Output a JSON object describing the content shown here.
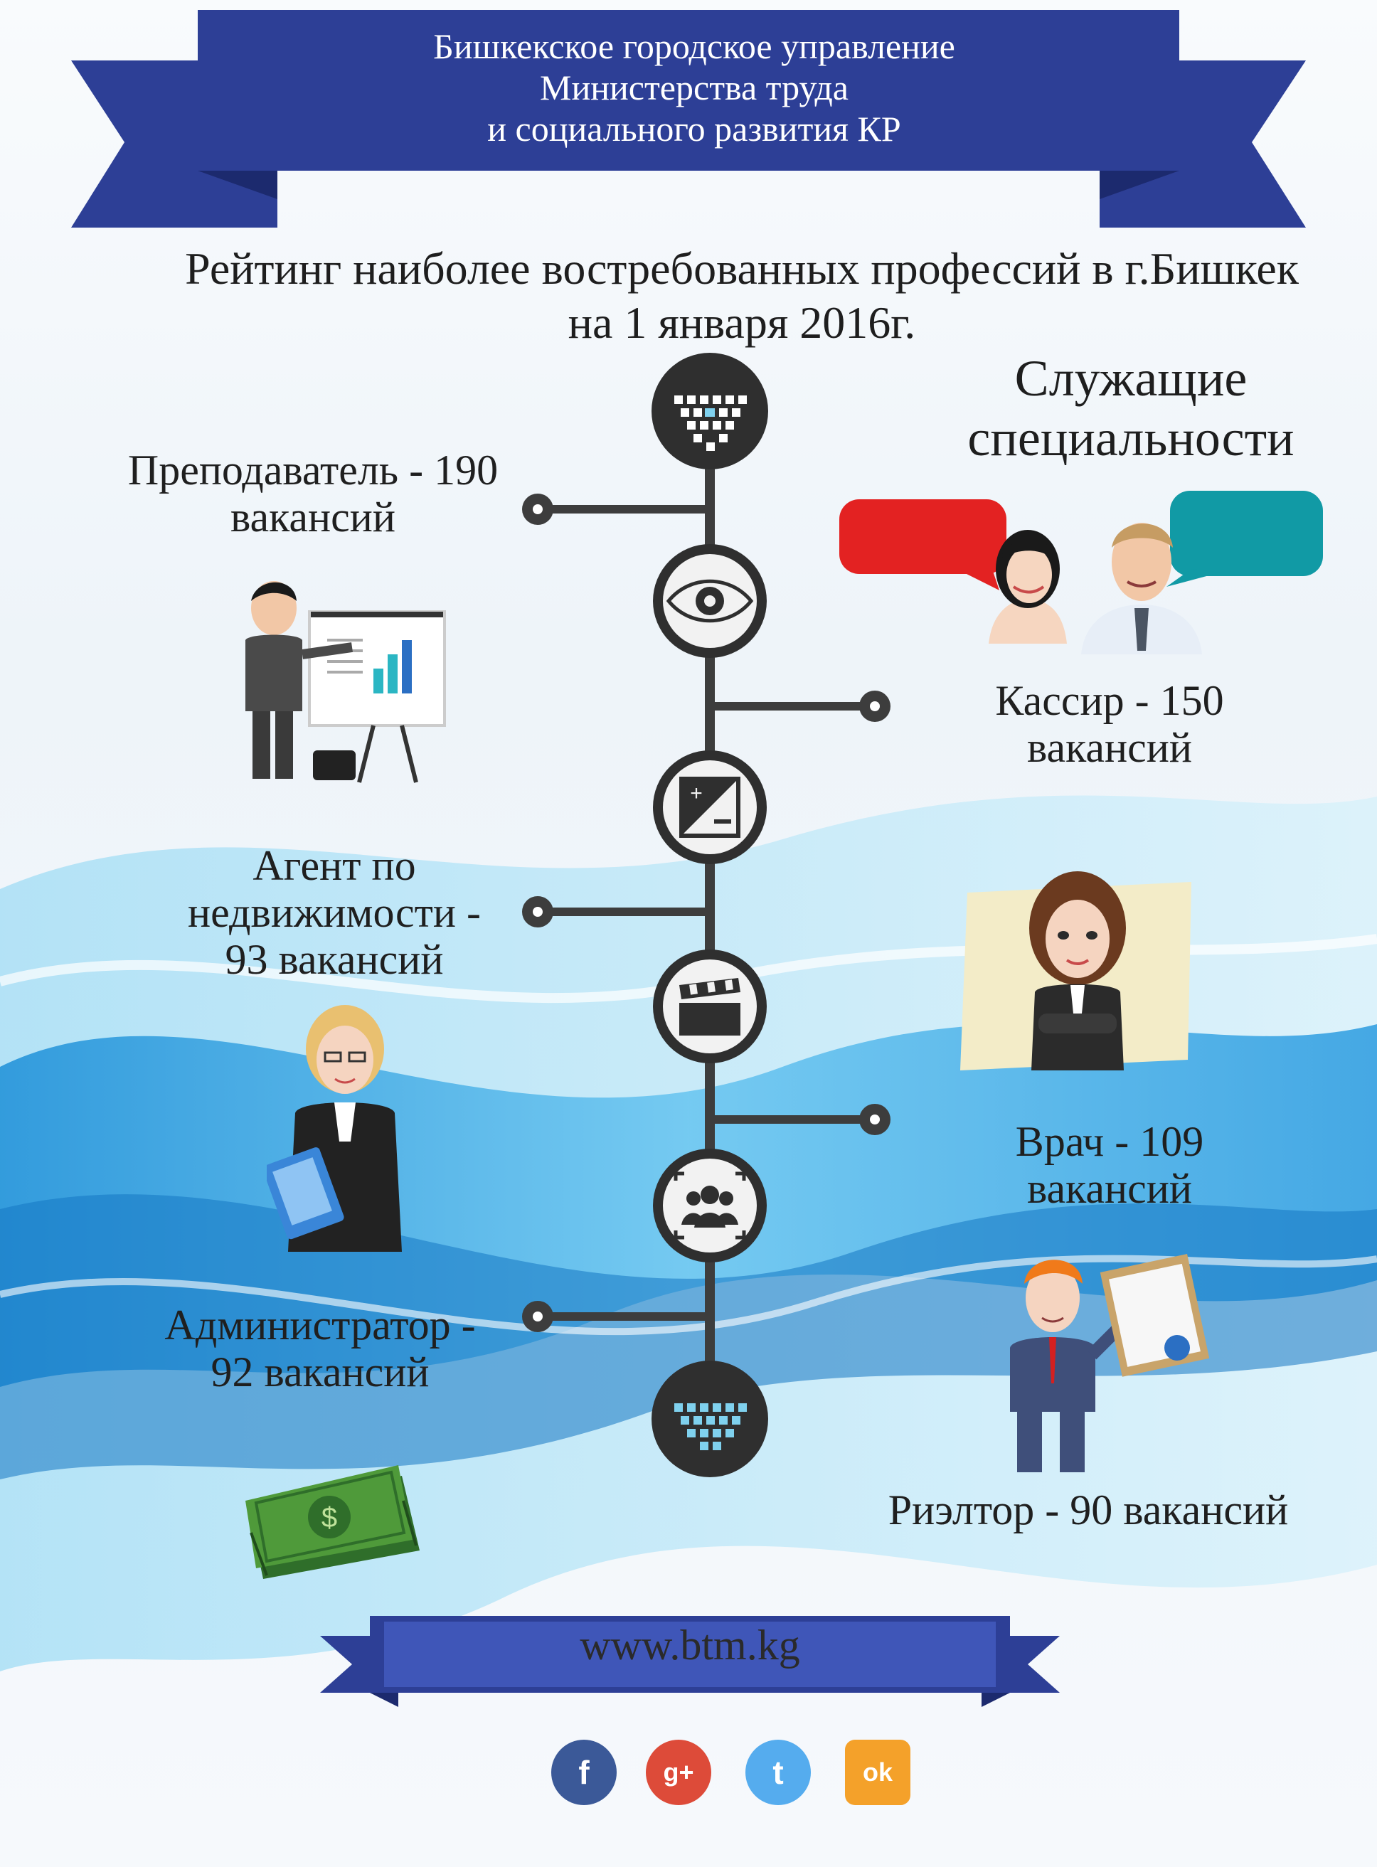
{
  "header": {
    "line1": "Бишкекское городское управление",
    "line2": "Министерства труда",
    "line3": "и социального развития КР"
  },
  "title": {
    "line1": "Рейтинг наиболее востребованных профессий в г.Бишкек",
    "line2": "на 1 января  2016г."
  },
  "category": {
    "line1": "Служащие",
    "line2": "специальности"
  },
  "professions": [
    {
      "line1": "Преподаватель - 190",
      "line2": "вакансий"
    },
    {
      "line1": "Кассир - 150",
      "line2": "вакансий"
    },
    {
      "line1": "Агент по",
      "line2": "недвижимости -",
      "line3": "93 вакансий"
    },
    {
      "line1": "Врач - 109",
      "line2": "вакансий"
    },
    {
      "line1": "Администратор -",
      "line2": "92 вакансий"
    },
    {
      "line1": "Риэлтор - 90 вакансий"
    }
  ],
  "footer": {
    "url": "www.btm.kg",
    "social": [
      {
        "icon": "facebook-icon",
        "glyph": "f",
        "color": "#3b5998"
      },
      {
        "icon": "google-plus-icon",
        "glyph": "g+",
        "color": "#dd4b39"
      },
      {
        "icon": "twitter-icon",
        "glyph": "t",
        "color": "#55acee"
      },
      {
        "icon": "odnoklassniki-icon",
        "glyph": "ok",
        "color": "#f4a12a"
      }
    ]
  },
  "colors": {
    "ribbon": "#2d3f96",
    "ribbon_dark": "#1c2a6e",
    "timeline": "#3d3d3d",
    "circle": "#2f2f2f",
    "arrow_accent": "#7fd1ee"
  }
}
